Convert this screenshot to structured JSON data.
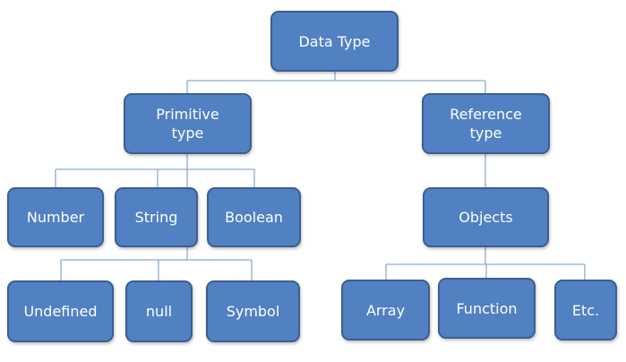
{
  "nodes": {
    "data_type": "Data Type",
    "primitive_type": "Primitive\ntype",
    "reference_type": "Reference\ntype",
    "number": "Number",
    "string": "String",
    "boolean": "Boolean",
    "objects": "Objects",
    "undefined": "Undefined",
    "null": "null",
    "symbol": "Symbol",
    "array": "Array",
    "function": "Function",
    "etc": "Etc."
  },
  "colors": {
    "node_fill": "#5181c2",
    "node_border": "#3b5f8f",
    "connector": "#8ea9d3",
    "text": "#ffffff"
  }
}
